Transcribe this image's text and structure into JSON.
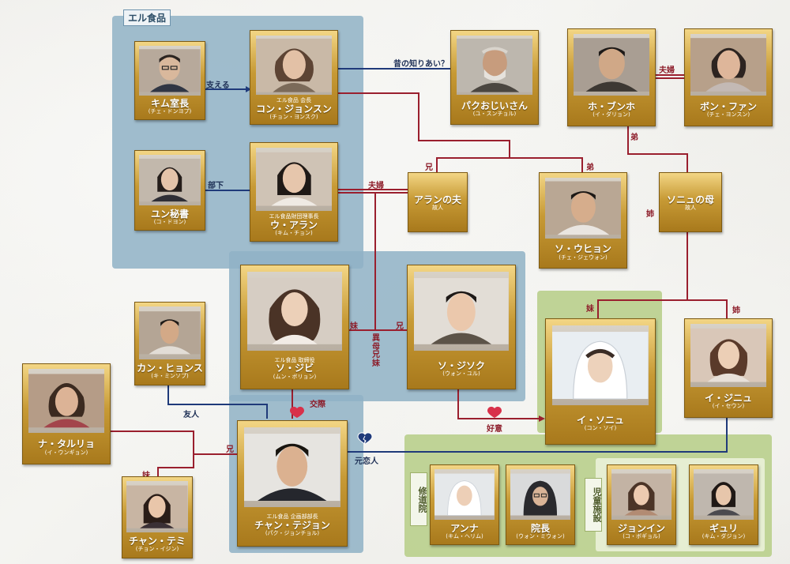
{
  "groups": {
    "el_foods": "エル食品",
    "convent": "修道院",
    "childrens_home": "児童施設"
  },
  "people": {
    "kim": {
      "name": "キム室長",
      "actor": "(チェ・ドンヨプ)"
    },
    "kong": {
      "name": "コン・ジョンスン",
      "role": "エル食品 会長",
      "actor": "(チョン・ヨンスク)"
    },
    "park": {
      "name": "パクおじいさん",
      "actor": "(ユ・スンチョル)"
    },
    "ho": {
      "name": "ホ・ブンホ",
      "actor": "(イ・ダリョン)"
    },
    "bong": {
      "name": "ボン・ファン",
      "actor": "(チェ・ヨンスン)"
    },
    "eun": {
      "name": "ユン秘書",
      "actor": "(コ・ドヨン)"
    },
    "waran": {
      "name": "ウ・アラン",
      "role": "エル食品財団理事長",
      "actor": "(キム・チョン)"
    },
    "alan_husband": {
      "name": "アランの夫",
      "actor": "故人"
    },
    "so_uhyon": {
      "name": "ソ・ウヒョン",
      "actor": "(チェ・ジェウォン)"
    },
    "sonyu_mother": {
      "name": "ソニュの母",
      "actor": "故人"
    },
    "so_jibi": {
      "name": "ソ・ジビ",
      "role": "エル食品 取締役",
      "actor": "(ムン・ボリョン)"
    },
    "so_jisok": {
      "name": "ソ・ジソク",
      "actor": "(ウォン・ユル)"
    },
    "kan": {
      "name": "カン・ヒョンス",
      "actor": "(キ・ミンソプ)"
    },
    "sonyu": {
      "name": "イ・ソニュ",
      "actor": "(コン・ソイ)"
    },
    "jinyu": {
      "name": "イ・ジニュ",
      "actor": "(イ・セウン)"
    },
    "na": {
      "name": "ナ・タルリョ",
      "actor": "(イ・ウンギョン)"
    },
    "chang": {
      "name": "チャン・テジョン",
      "role": "エル食品 企画部部長",
      "actor": "(パク・ジョンチョル)"
    },
    "chang_temi": {
      "name": "チャン・テミ",
      "actor": "(チョン・イジン)"
    },
    "anna": {
      "name": "アンナ",
      "actor": "(キム・ヘリム)"
    },
    "director": {
      "name": "院長",
      "actor": "(ウォン・ミウォン)"
    },
    "jonin": {
      "name": "ジョンイン",
      "actor": "(コ・ボギョル)"
    },
    "gyuri": {
      "name": "ギュリ",
      "actor": "(キム・ダジョン)"
    }
  },
  "relations": {
    "support": "支える",
    "old_acq": "昔の知りあい？",
    "couple1": "夫婦",
    "subordinate": "部下",
    "couple2": "夫婦",
    "elder_brother1": "兄",
    "younger_brother": "弟",
    "younger_brother2": "弟",
    "sister1": "姉",
    "half_siblings": "異母兄妹",
    "younger_sister1": "妹",
    "elder_brother2": "兄",
    "younger_sister2": "妹",
    "elder_sister2": "姉",
    "dating": "交際",
    "friend": "友人",
    "liking": "好意",
    "ex_lover": "元恋人",
    "elder_brother3": "兄",
    "younger_sister3": "妹"
  },
  "colors": {
    "line_blue": "#1f3a7a",
    "line_red": "#9a1f2e",
    "heart": "#d8314a"
  }
}
